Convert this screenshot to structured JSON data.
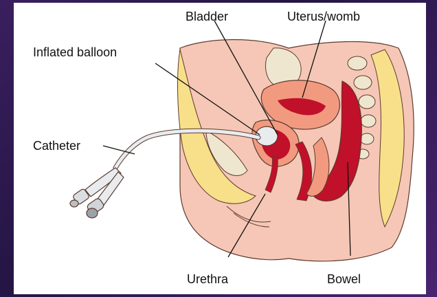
{
  "labels": {
    "bladder": "Bladder",
    "uterus": "Uterus/womb",
    "inflated_balloon": "Inflated balloon",
    "catheter": "Catheter",
    "urethra": "Urethra",
    "bowel": "Bowel"
  },
  "colors": {
    "background": "#2a1a4a",
    "panel": "#ffffff",
    "skin": "#f6c7b6",
    "fat": "#f8df8a",
    "organ_dark": "#c0102a",
    "uterus": "#f29a80",
    "bone": "#efe6cf",
    "catheter": "#e8ecef"
  }
}
